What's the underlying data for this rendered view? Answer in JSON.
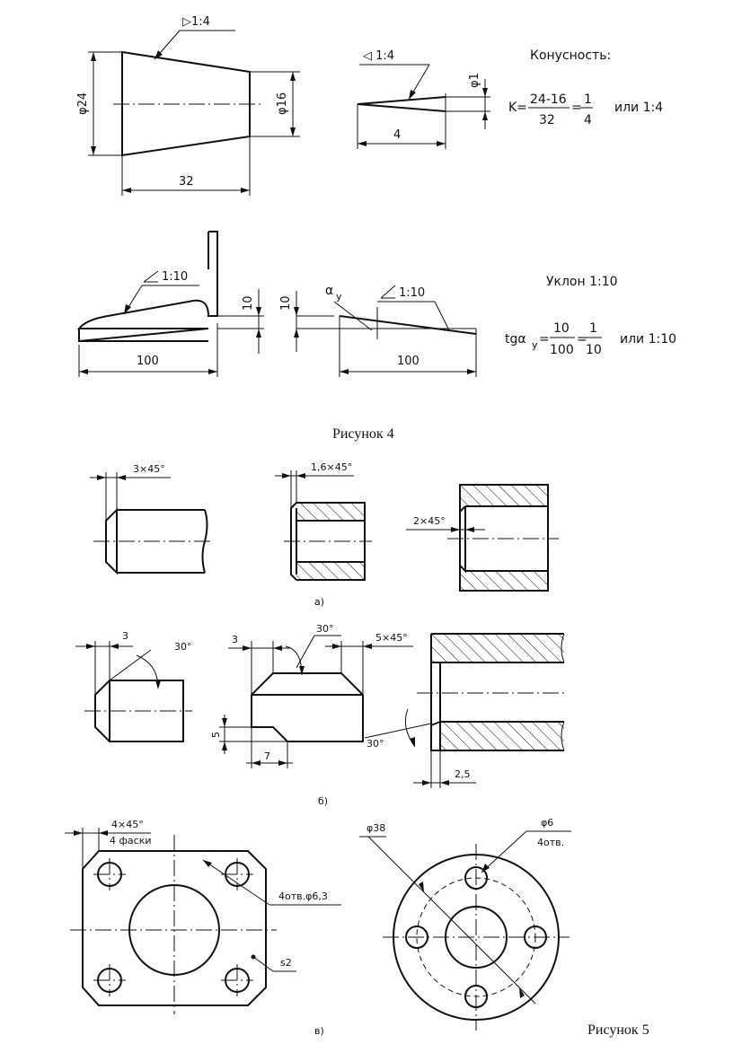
{
  "fig4": {
    "taper_symbol": "▷1:4",
    "taper_symbol_small": "◁ 1:4",
    "dim_d24": "φ24",
    "dim_d16": "φ16",
    "dim_32": "32",
    "dim_d1": "φ1",
    "dim_4": "4",
    "taper_title": "Конусность:",
    "taper_formula_lhs": "K=",
    "taper_num": "24-16",
    "taper_den": "32",
    "taper_eq": "=",
    "taper_frac_num": "1",
    "taper_frac_den": "4",
    "taper_or": "или 1:4",
    "slope_label_left": "1:10",
    "slope_label_right": "1:10",
    "slope_dim_10_left": "10",
    "slope_dim_10_right": "10",
    "dim_100_left": "100",
    "dim_100_right": "100",
    "alpha": "α",
    "alpha_sub": "у",
    "slope_title": "Уклон 1:10",
    "slope_lhs": "tgα",
    "slope_num": "10",
    "slope_den": "100",
    "slope_frac_num": "1",
    "slope_frac_den": "10",
    "slope_or": "или 1:10",
    "caption": "Рисунок 4"
  },
  "fig5": {
    "a_dim1": "3×45°",
    "a_dim2": "1,6×45°",
    "a_dim3": "2×45°",
    "a_label": "а)",
    "b_dim3": "3",
    "b_ang30_1": "30°",
    "b_dim3b": "3",
    "b_ang30_2": "30°",
    "b_dim5x45": "5×45°",
    "b_dim5": "5",
    "b_dim7": "7",
    "b_ang30_3": "30°",
    "b_dim25": "2,5",
    "b_label": "б)",
    "c_dim1": "4×45°",
    "c_dim1b": "4 фаски",
    "c_holes": "4отв.φ6,3",
    "c_s2": "s2",
    "c_d38": "φ38",
    "c_d6": "φ6",
    "c_d6b": "4отв.",
    "c_label": "в)",
    "caption": "Рисунок 5"
  }
}
